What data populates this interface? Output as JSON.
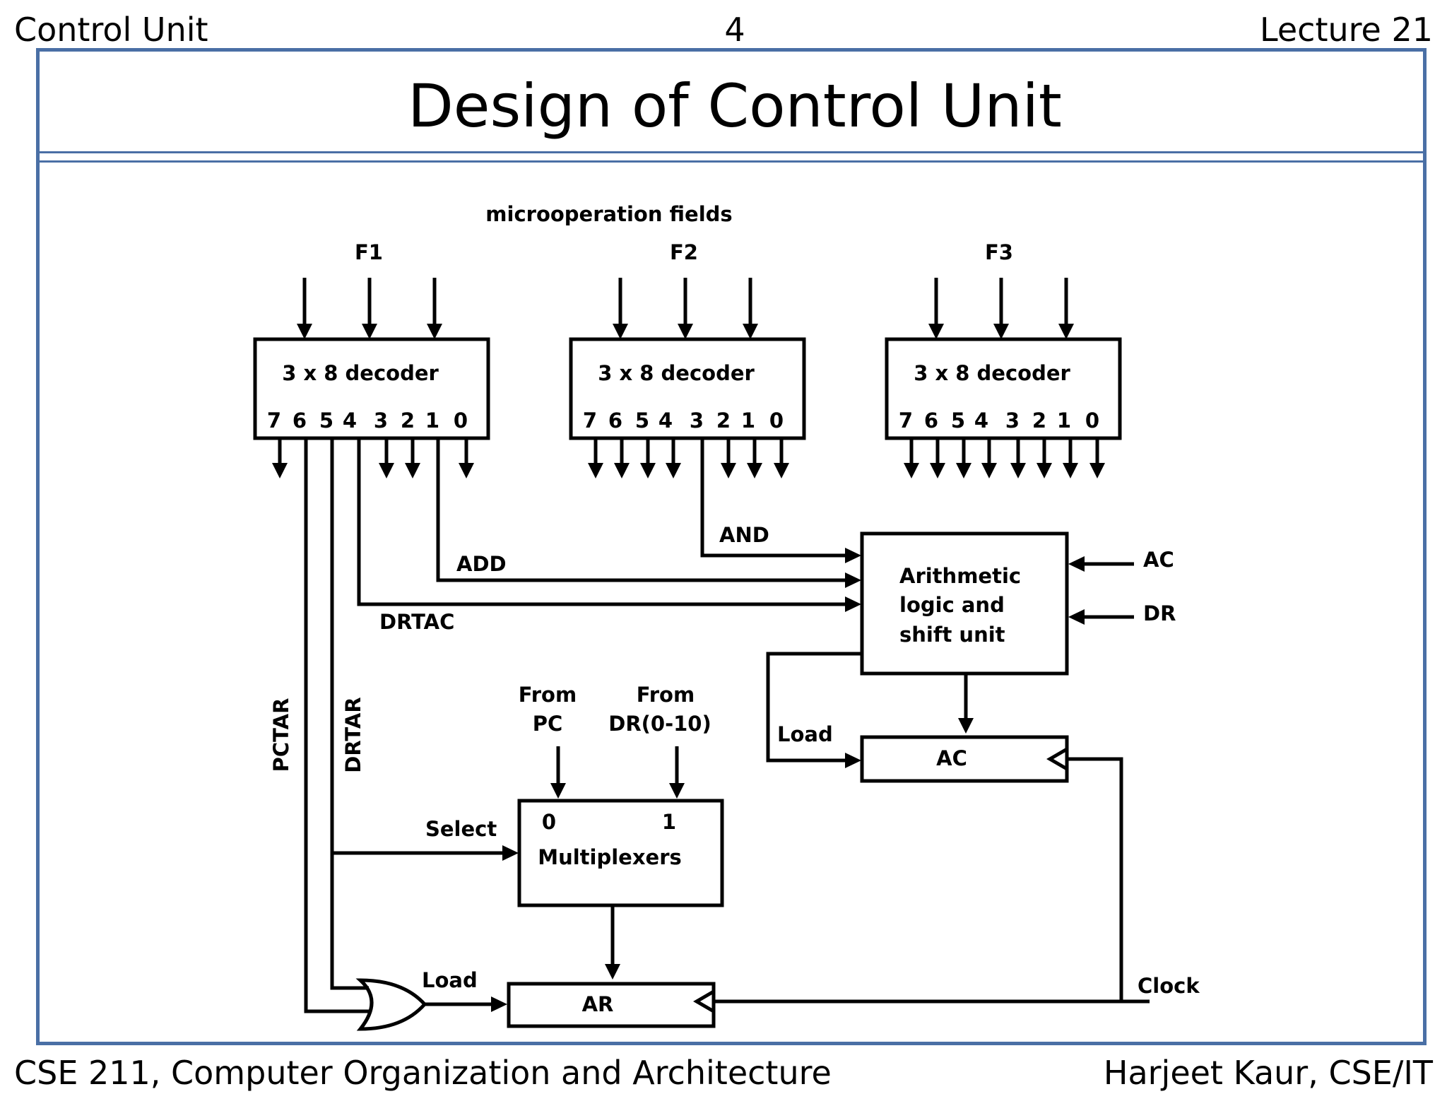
{
  "header": {
    "left": "Control Unit",
    "center": "4",
    "right": "Lecture 21"
  },
  "title": "Design of Control Unit",
  "footer": {
    "left": "CSE 211, Computer Organization and Architecture",
    "right": "Harjeet Kaur, CSE/IT"
  },
  "diagram": {
    "fields_label": "microoperation fields",
    "fields": [
      "F1",
      "F2",
      "F3"
    ],
    "decoder_label": "3 x 8 decoder",
    "decoder_outputs": [
      "7",
      "6",
      "5",
      "4",
      "3",
      "2",
      "1",
      "0"
    ],
    "signals": {
      "and": "AND",
      "add": "ADD",
      "drtac": "DRTAC",
      "pctar": "PCTAR",
      "drtar": "DRTAR",
      "select": "Select",
      "load_ac": "Load",
      "load_ar": "Load",
      "clock": "Clock"
    },
    "alu": {
      "line1": "Arithmetic",
      "line2": "logic and",
      "line3": "shift unit"
    },
    "alu_inputs": {
      "ac": "AC",
      "dr": "DR"
    },
    "registers": {
      "ac": "AC",
      "ar": "AR"
    },
    "mux": {
      "label": "Multiplexers",
      "input0": "0",
      "input1": "1",
      "from_pc_line1": "From",
      "from_pc_line2": "PC",
      "from_dr_line1": "From",
      "from_dr_line2": "DR(0-10)"
    }
  }
}
